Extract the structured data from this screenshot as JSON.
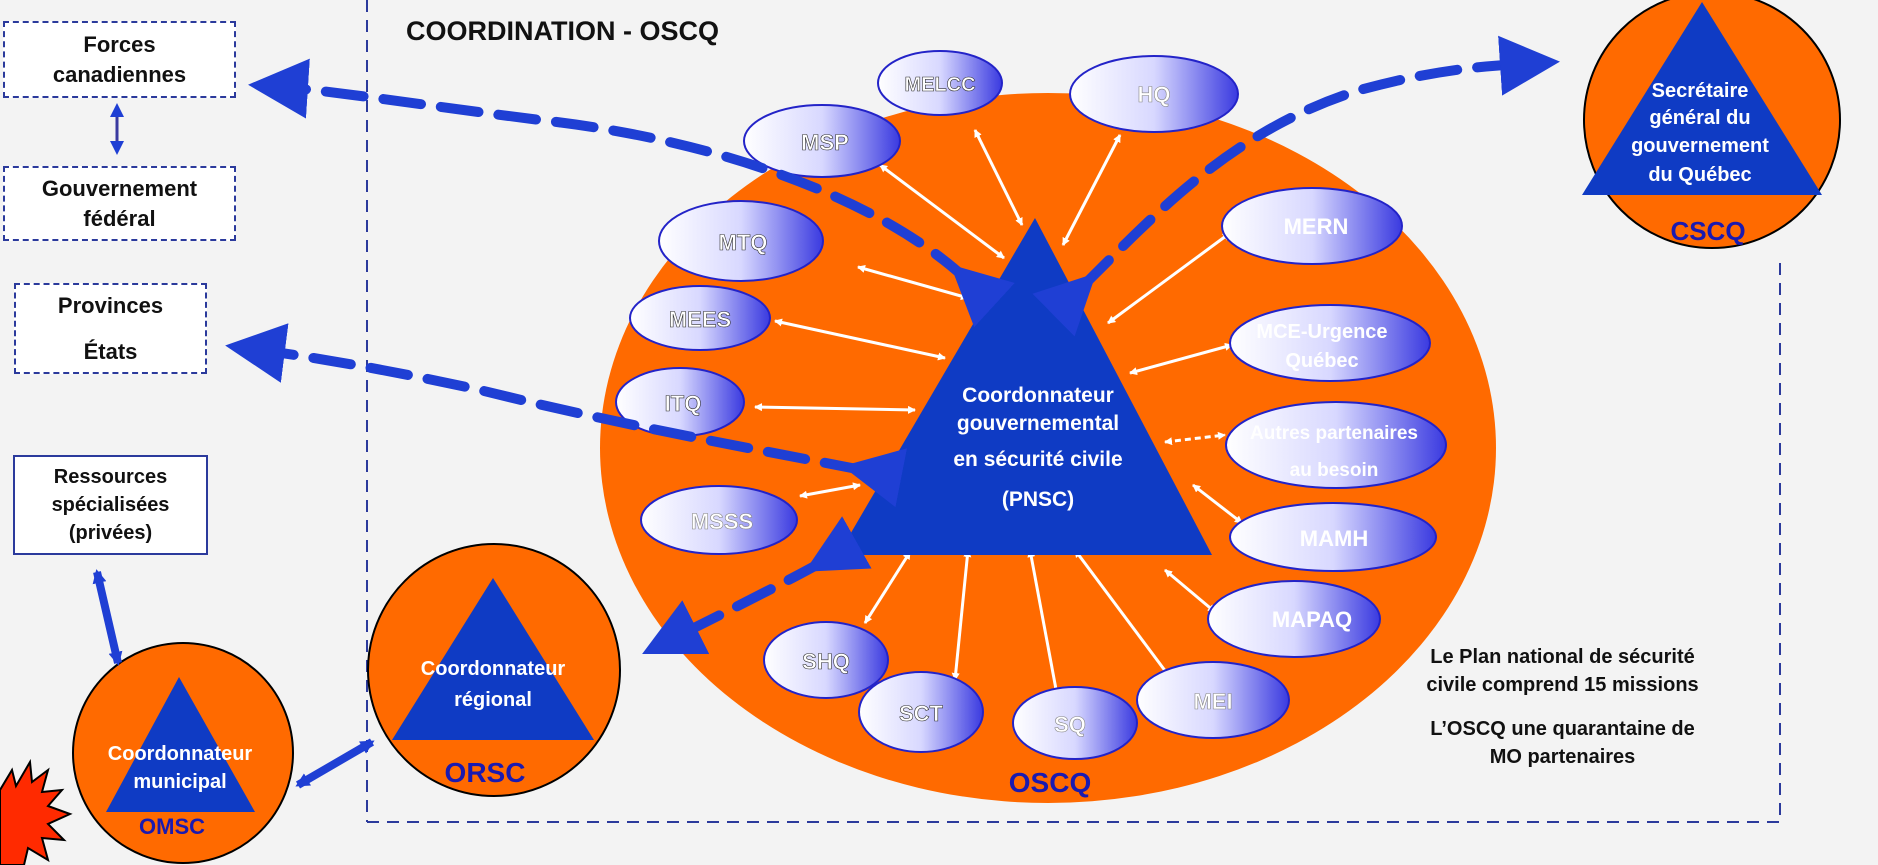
{
  "title": "COORDINATION - OSCQ",
  "boxes": {
    "forces": [
      "Forces",
      "canadiennes"
    ],
    "gouvernement": [
      "Gouvernement",
      "fédéral"
    ],
    "provinces": [
      "Provinces",
      "États"
    ],
    "ressources": [
      "Ressources",
      "spécialisées",
      "(privées)"
    ]
  },
  "center": {
    "lines": [
      "Coordonnateur",
      "gouvernemental",
      "en sécurité civile",
      "(PNSC)"
    ],
    "circle_label": "OSCQ"
  },
  "partners": {
    "melcc": "MELCC",
    "hq": "HQ",
    "msp": "MSP",
    "mtq": "MTQ",
    "mees": "MEES",
    "itq": "ITQ",
    "msss": "MSSS",
    "shq": "SHQ",
    "sct": "SCT",
    "sq": "SQ",
    "mei": "MEI",
    "mapaq": "MAPAQ",
    "mamh": "MAMH",
    "autres": [
      "Autres partenaires",
      "au besoin"
    ],
    "mce": [
      "MCE-Urgence",
      "Québec"
    ],
    "mern": "MERN"
  },
  "cscq": {
    "lines": [
      "Secrétaire",
      "général du",
      "gouvernement",
      "du Québec"
    ],
    "label": "CSCQ"
  },
  "orsc": {
    "lines": [
      "Coordonnateur",
      "régional"
    ],
    "label": "ORSC"
  },
  "omsc": {
    "lines": [
      "Coordonnateur",
      "municipal"
    ],
    "label": "OMSC"
  },
  "notes": {
    "missions": [
      "Le Plan national de sécurité",
      "civile comprend 15 missions"
    ],
    "partenaires": [
      "L’OSCQ une quarantaine de",
      "MO partenaires"
    ]
  },
  "colors": {
    "orange": "#ff6a00",
    "blue": "#1f3fd4",
    "triangle": "#0f3bc4",
    "dashed_border": "#2b3a9c",
    "ellipse_edge": "#2323c8"
  }
}
